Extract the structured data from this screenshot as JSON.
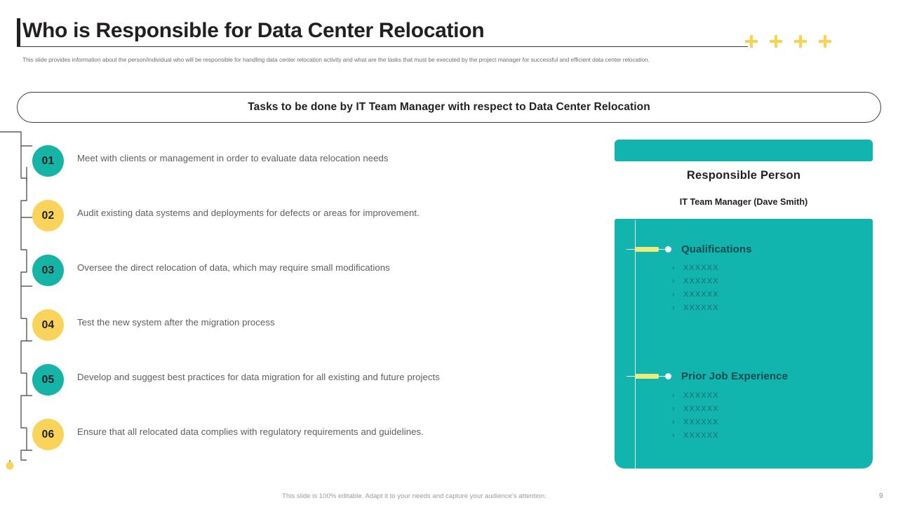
{
  "header": {
    "title": "Who is Responsible for Data Center Relocation",
    "subtitle": "This slide provides information about the person/individual who will be responsible for handling data center relocation activity and what are the tasks that must be executed by the project manager for successful and efficient data center relocation.",
    "decor_plus_count": 4,
    "accent_yellow": "#fbd24f"
  },
  "banner": {
    "text": "Tasks to be done by IT Team Manager with respect to Data Center Relocation"
  },
  "tasks": [
    {
      "number": "01",
      "color": "teal",
      "text": "Meet with clients or management in order to evaluate data relocation needs"
    },
    {
      "number": "02",
      "color": "yellow",
      "text": "Audit existing data systems and deployments for defects or areas for improvement."
    },
    {
      "number": "03",
      "color": "teal",
      "text": "Oversee the direct relocation of data, which may require small modifications"
    },
    {
      "number": "04",
      "color": "yellow",
      "text": "Test the new system after the migration process"
    },
    {
      "number": "05",
      "color": "teal",
      "text": "Develop and suggest best practices for data migration for all existing and future projects"
    },
    {
      "number": "06",
      "color": "yellow",
      "text": "Ensure that all relocated data complies with regulatory requirements and guidelines."
    }
  ],
  "right_panel": {
    "title": "Responsible Person",
    "subtitle": "IT Team Manager (Dave Smith)",
    "panel_color": "#11b5ad",
    "sections": [
      {
        "label": "Qualifications",
        "items": [
          "XXXXXX",
          "XXXXXX",
          "XXXXXX",
          "XXXXXX"
        ]
      },
      {
        "label": "Prior Job Experience",
        "items": [
          "XXXXXX",
          "XXXXXX",
          "XXXXXX",
          "XXXXXX"
        ]
      }
    ]
  },
  "footer": {
    "note": "This slide is 100% editable. Adapt it to your needs and capture your audience's attention.",
    "page": "9"
  },
  "colors": {
    "teal_circle": "#16b3a7",
    "yellow_circle": "#f9d35a",
    "panel_teal": "#11b5ad",
    "heading_dark_teal": "#104a4f"
  }
}
